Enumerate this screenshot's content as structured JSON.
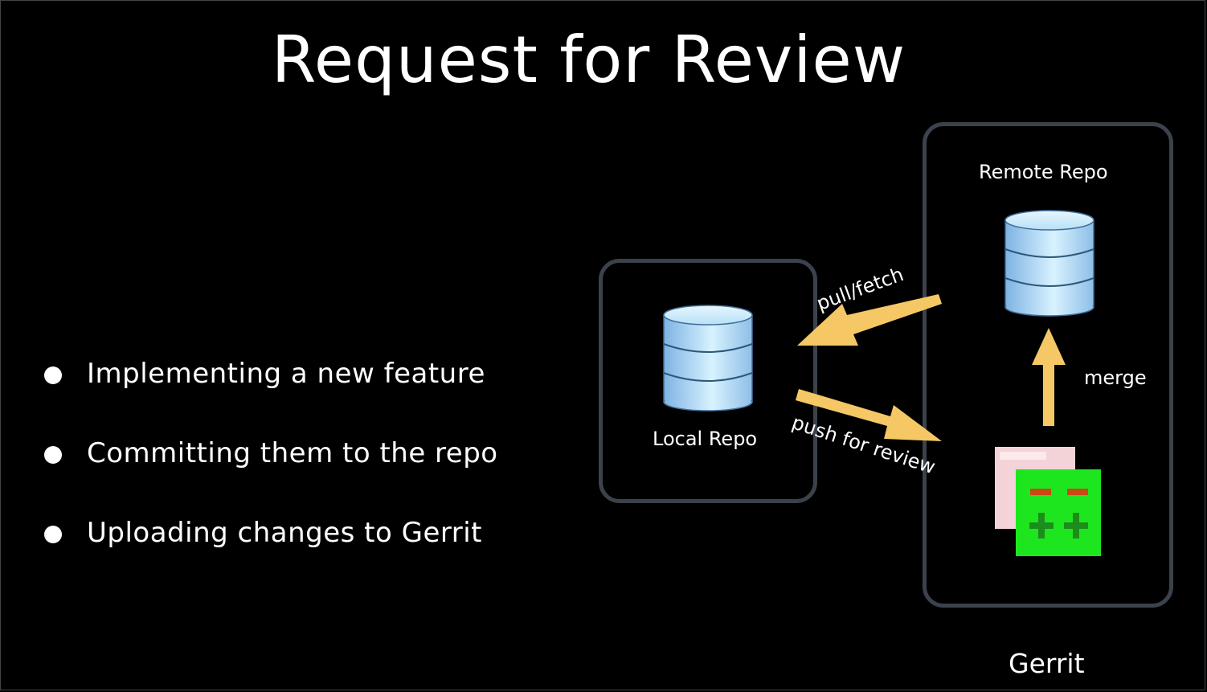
{
  "slide": {
    "title": "Request for Review",
    "bullets": [
      "Implementing a new feature",
      "Committing them to the repo",
      "Uploading changes to Gerrit"
    ]
  },
  "diagram": {
    "local_repo_label": "Local Repo",
    "remote_repo_label": "Remote Repo",
    "gerrit_label": "Gerrit",
    "pull_label": "pull/fetch",
    "push_label": "push for review",
    "merge_label": "merge",
    "colors": {
      "arrow": "#f5c865",
      "box_border": "#3b424c",
      "db_fill": "#a9d3f2",
      "change_green": "#1ee61e",
      "change_pink": "#f3d3d8"
    }
  }
}
